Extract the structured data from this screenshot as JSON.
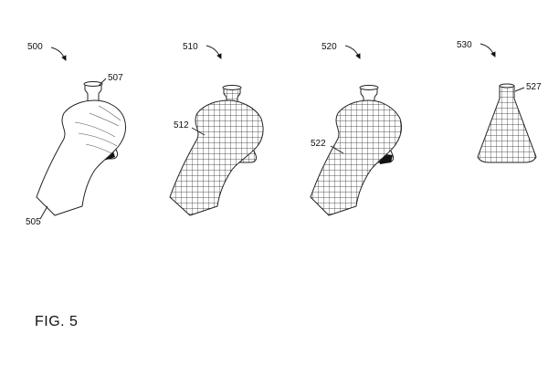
{
  "figure": {
    "caption": "FIG. 5",
    "panels": [
      {
        "id": "500",
        "parts": {
          "hand": "505",
          "flask": "507"
        }
      },
      {
        "id": "510",
        "parts": {
          "hand": "512"
        }
      },
      {
        "id": "520",
        "parts": {
          "hand": "522"
        }
      },
      {
        "id": "530",
        "parts": {
          "flask": "527"
        }
      }
    ]
  }
}
